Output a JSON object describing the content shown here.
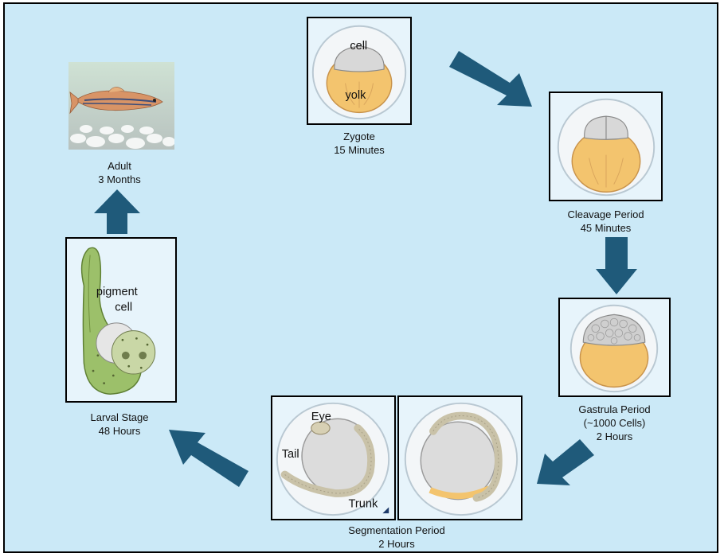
{
  "stages": {
    "zygote": {
      "title": "Zygote",
      "time": "15 Minutes",
      "labels": {
        "cell": "cell",
        "yolk": "yolk"
      }
    },
    "cleavage": {
      "title": "Cleavage Period",
      "time": "45 Minutes"
    },
    "gastrula": {
      "title": "Gastrula Period",
      "cells": "(~1000 Cells)",
      "time": "2 Hours"
    },
    "segmentation": {
      "title": "Segmentation Period",
      "time": "2 Hours",
      "labels": {
        "eye": "Eye",
        "tail": "Tail",
        "trunk": "Trunk"
      }
    },
    "larval": {
      "title": "Larval Stage",
      "time": "48 Hours",
      "labels": {
        "pigment": "pigment",
        "cell": "cell"
      }
    },
    "adult": {
      "title": "Adult",
      "time": "3 Months"
    }
  },
  "colors": {
    "background": "#cbe9f7",
    "arrow": "#1f5a7a",
    "yolk": "#f3c46e",
    "embryo_cell": "#d8d8d8",
    "larva": "#9cc06a"
  }
}
